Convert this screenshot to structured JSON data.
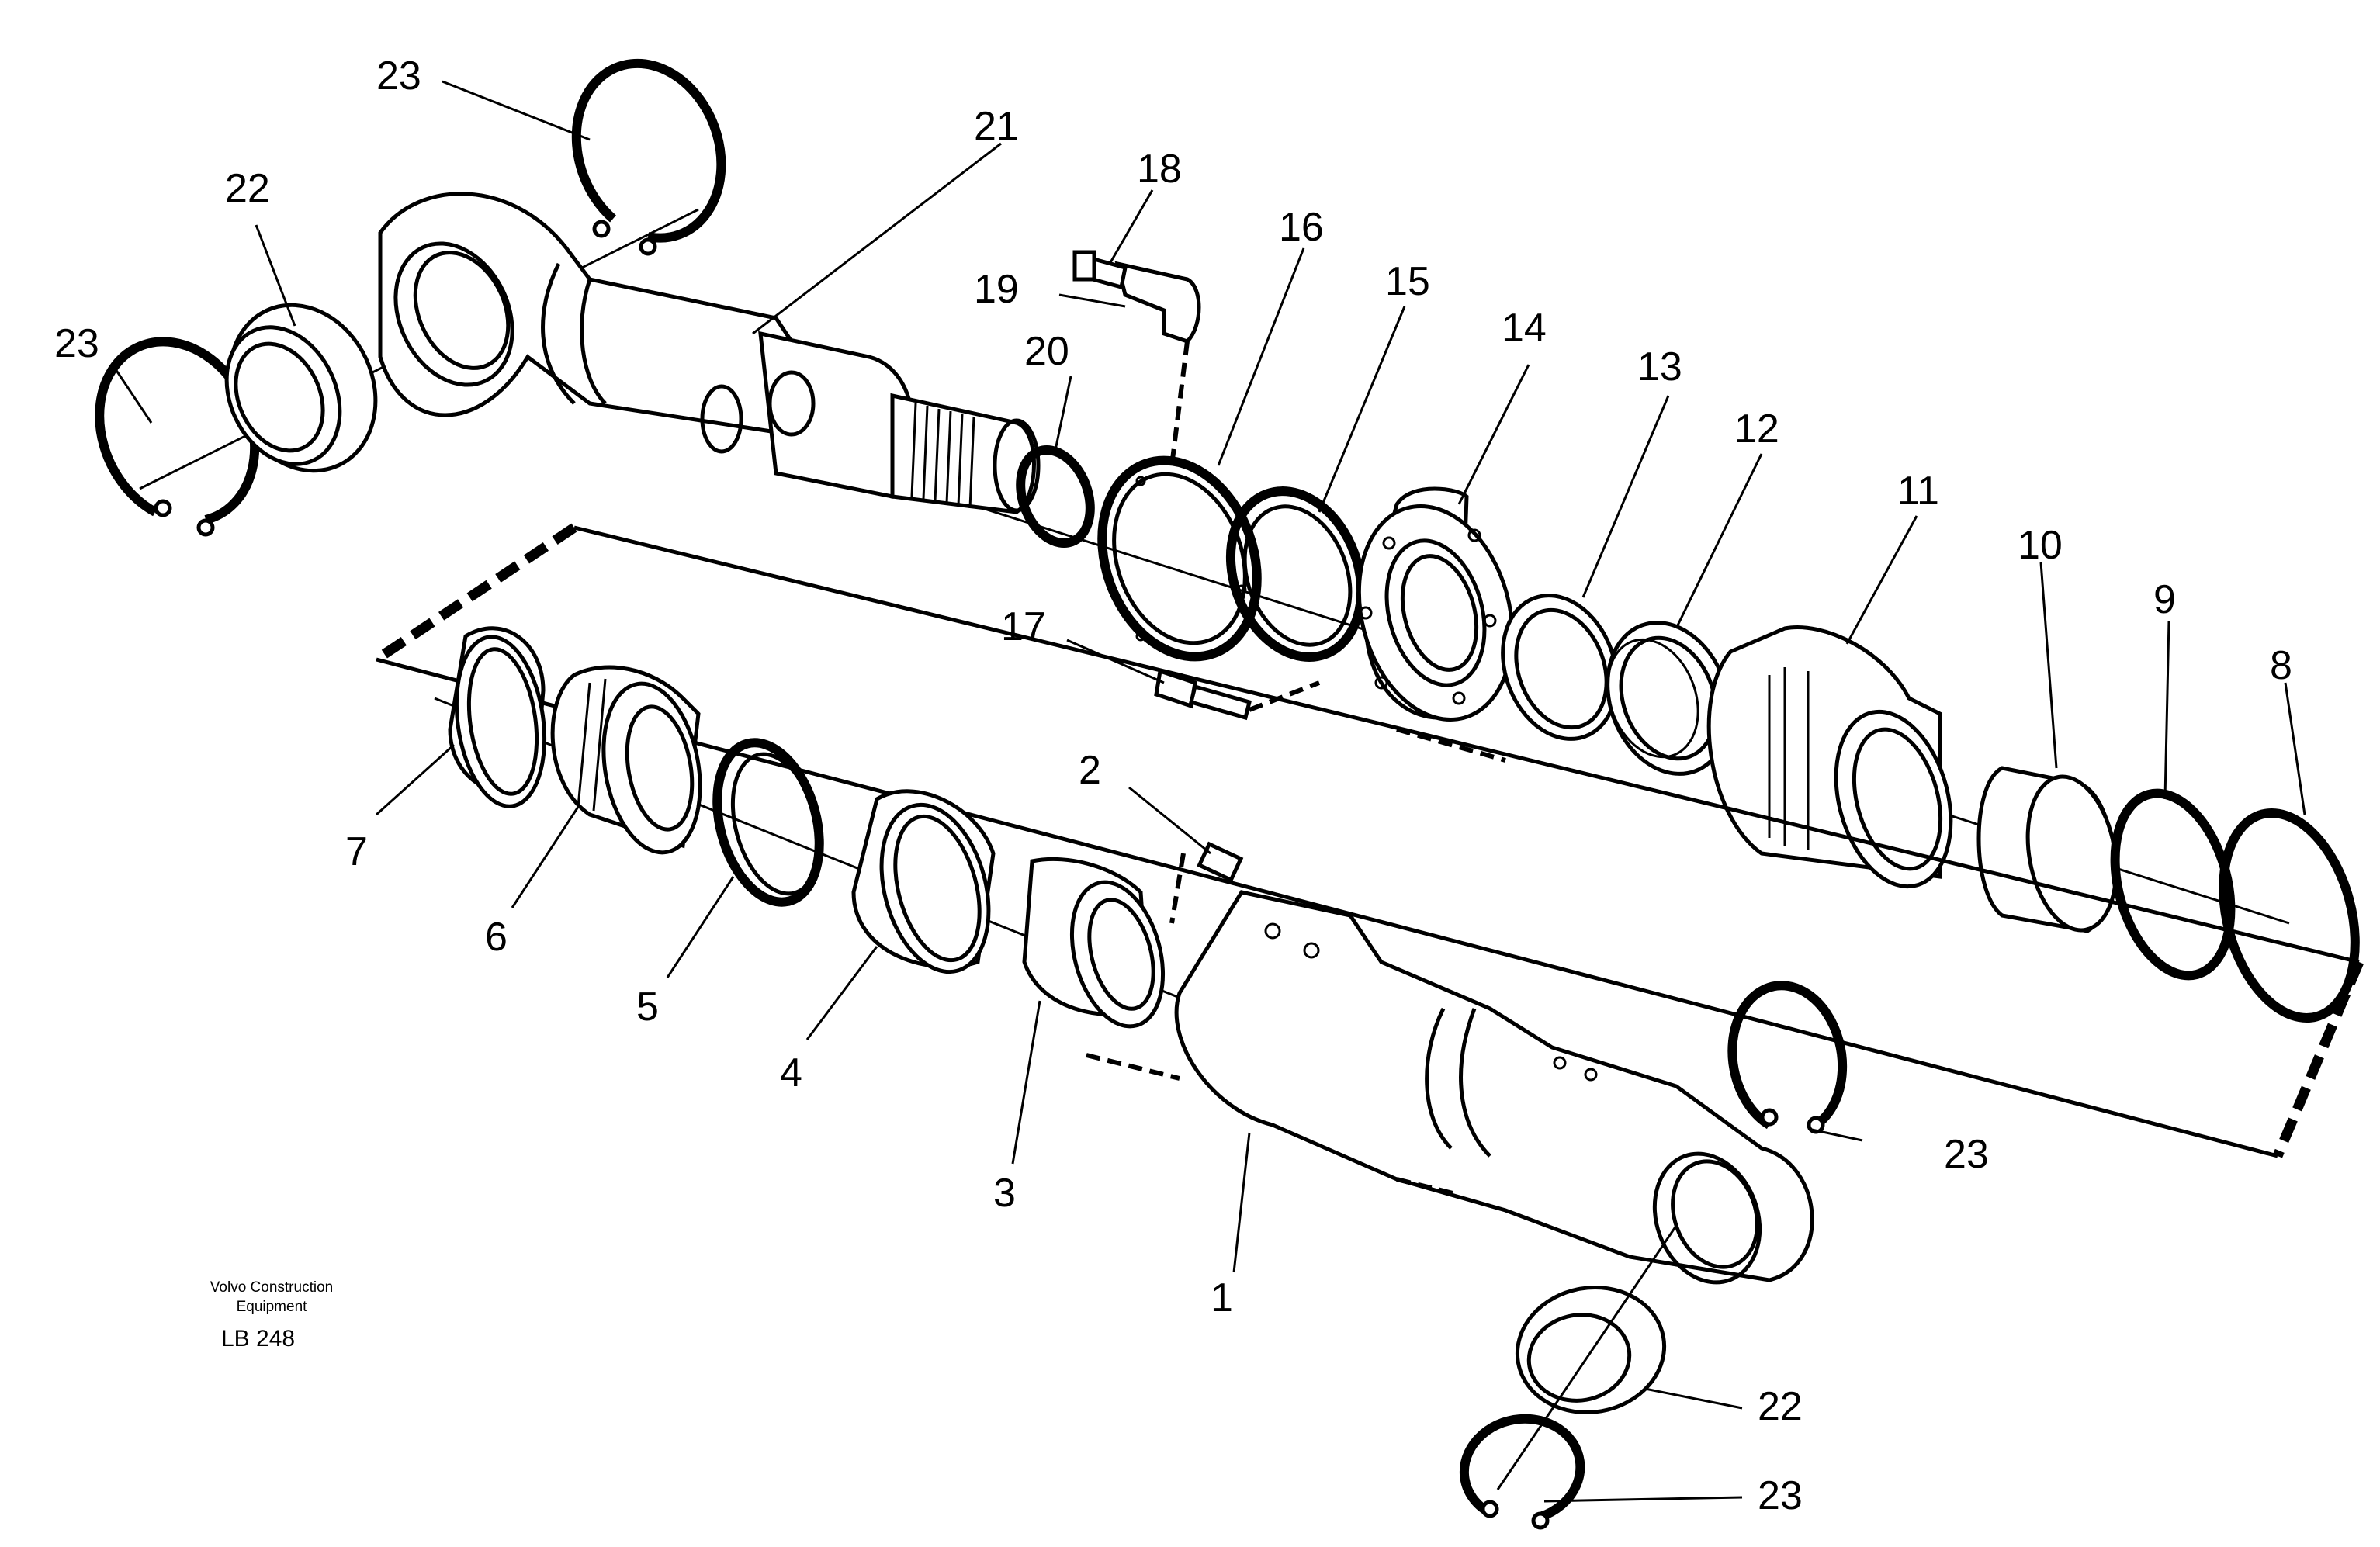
{
  "diagram": {
    "callouts": {
      "c1": "1",
      "c2": "2",
      "c3": "3",
      "c4": "4",
      "c5": "5",
      "c6": "6",
      "c7": "7",
      "c8": "8",
      "c9": "9",
      "c10": "10",
      "c11": "11",
      "c12": "12",
      "c13": "13",
      "c14": "14",
      "c15": "15",
      "c16": "16",
      "c17": "17",
      "c18": "18",
      "c19": "19",
      "c20": "20",
      "c21": "21",
      "c22a": "22",
      "c22b": "22",
      "c23a": "23",
      "c23b": "23",
      "c23c": "23",
      "c23d": "23"
    },
    "footer": {
      "line1": "Volvo Construction",
      "line2": "Equipment",
      "code": "LB 248"
    }
  }
}
